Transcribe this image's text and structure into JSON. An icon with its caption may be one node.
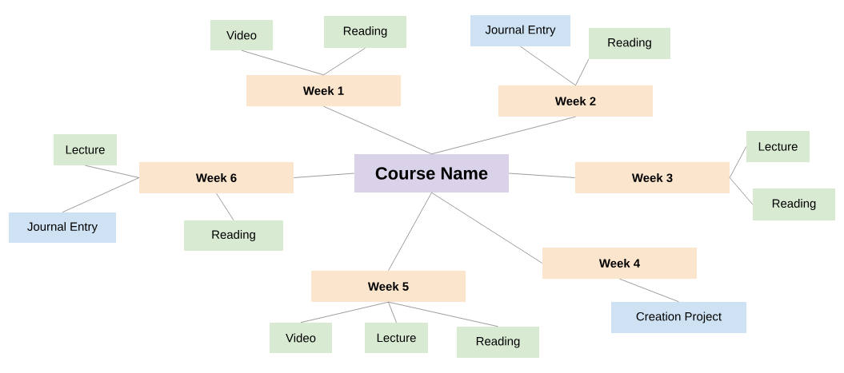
{
  "diagram": {
    "nodes": [
      {
        "text": [
          "Course Name"
        ]
      },
      {
        "text": [
          "Week 1"
        ]
      },
      {
        "text": [
          "Video"
        ]
      },
      {
        "text": [
          "Reading"
        ]
      },
      {
        "text": [
          "Week 2"
        ]
      },
      {
        "text": [
          "Journal Entry"
        ]
      },
      {
        "text": [
          "Reading"
        ]
      },
      {
        "text": [
          "Week 3"
        ]
      },
      {
        "text": [
          "Lecture"
        ]
      },
      {
        "text": [
          "Reading"
        ]
      },
      {
        "text": [
          "Week 4"
        ]
      },
      {
        "text": [
          "Creation Project"
        ]
      },
      {
        "text": [
          "Week 5"
        ]
      },
      {
        "text": [
          "Video"
        ]
      },
      {
        "text": [
          "Lecture"
        ]
      },
      {
        "text": [
          "Reading"
        ]
      },
      {
        "text": [
          "Week 6"
        ]
      },
      {
        "text": [
          "Lecture"
        ]
      },
      {
        "text": [
          "Journal Entry"
        ]
      },
      {
        "text": [
          "Reading"
        ]
      }
    ],
    "edges": [
      {
        "from": 0,
        "to": 1,
        "arrow": "none"
      },
      {
        "from": 1,
        "to": 2,
        "arrow": "none"
      },
      {
        "from": 1,
        "to": 3,
        "arrow": "none"
      },
      {
        "from": 0,
        "to": 4,
        "arrow": "none"
      },
      {
        "from": 4,
        "to": 5,
        "arrow": "none"
      },
      {
        "from": 4,
        "to": 6,
        "arrow": "none"
      },
      {
        "from": 0,
        "to": 7,
        "arrow": "none"
      },
      {
        "from": 7,
        "to": 8,
        "arrow": "none"
      },
      {
        "from": 7,
        "to": 9,
        "arrow": "none"
      },
      {
        "from": 0,
        "to": 10,
        "arrow": "none"
      },
      {
        "from": 10,
        "to": 11,
        "arrow": "none"
      },
      {
        "from": 0,
        "to": 12,
        "arrow": "none"
      },
      {
        "from": 12,
        "to": 13,
        "arrow": "none"
      },
      {
        "from": 12,
        "to": 14,
        "arrow": "none"
      },
      {
        "from": 12,
        "to": 15,
        "arrow": "none"
      },
      {
        "from": 0,
        "to": 16,
        "arrow": "none"
      },
      {
        "from": 16,
        "to": 17,
        "arrow": "none"
      },
      {
        "from": 16,
        "to": 18,
        "arrow": "none"
      },
      {
        "from": 16,
        "to": 19,
        "arrow": "none"
      }
    ]
  }
}
